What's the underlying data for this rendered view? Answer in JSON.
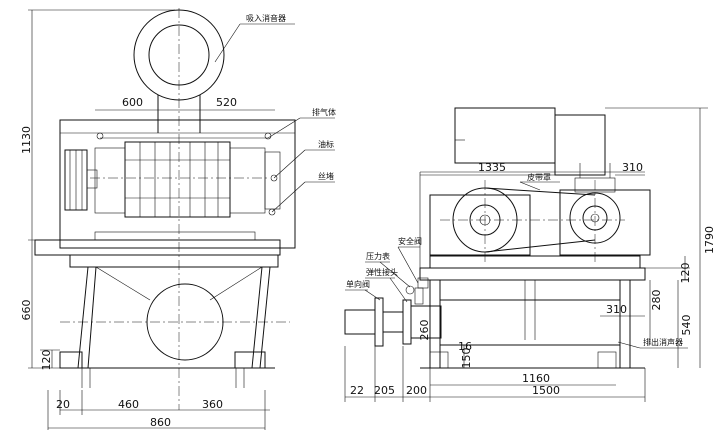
{
  "front_view": {
    "labels": {
      "intake_silencer": "吸入消音器",
      "exhaust": "排气体",
      "oil_gauge": "油标",
      "plug": "丝堵"
    },
    "dims": {
      "height_total": "1130",
      "left_width": "600",
      "right_width": "520",
      "base_height": "660",
      "foot_height": "120",
      "offset_20": "20",
      "left_half": "460",
      "right_half": "360",
      "overall_width": "860"
    }
  },
  "side_view": {
    "labels": {
      "belt_guard": "皮带罩",
      "pressure_gauge": "压力表",
      "safety_valve": "安全阀",
      "flex_joint": "弹性接头",
      "check_valve": "单向阀",
      "outlet_silencer": "排出消声器"
    },
    "dims": {
      "belt_span": "1335",
      "right_310_top": "310",
      "height_total": "1790",
      "right_120": "120",
      "right_280": "280",
      "right_540": "540",
      "right_310_mid": "310",
      "height_260": "260",
      "offset_16": "16",
      "depth_150": "150",
      "length_1160": "1160",
      "d22": "22",
      "d205": "205",
      "d200": "200",
      "length_1500": "1500"
    }
  }
}
